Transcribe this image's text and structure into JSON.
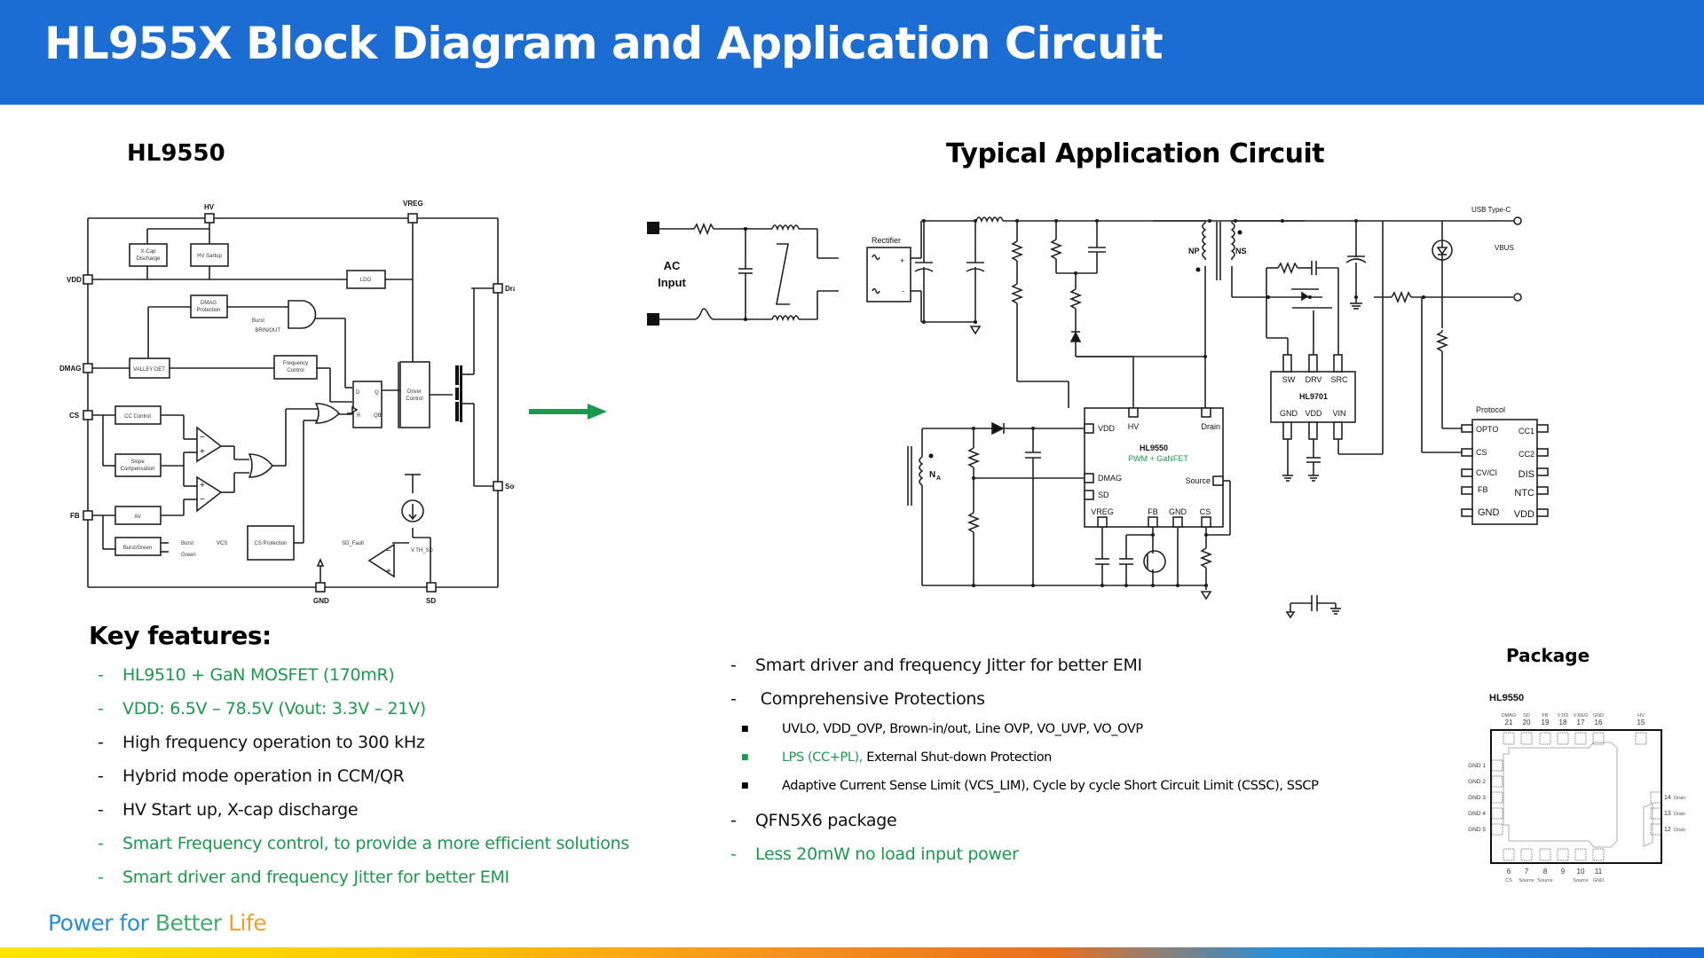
{
  "header": {
    "title": "HL955X Block Diagram and Application Circuit",
    "background_color": "#1b6dd3"
  },
  "block_diagram": {
    "title": "HL9550",
    "pins": {
      "hv": "HV",
      "vreg": "VREG",
      "vdd": "VDD",
      "dmag": "DMAG",
      "cs": "CS",
      "fb": "FB",
      "drain": "Drain",
      "source": "Source",
      "gnd": "GND",
      "sd": "SD"
    },
    "blocks": {
      "xcap_1": "X-Cap",
      "xcap_2": "Discharge",
      "hv_startup": "HV Sartup",
      "ldo": "LDO",
      "dmag_prot_1": "DMAG",
      "dmag_prot_2": "Protection",
      "valley_det": "VALLEY DET",
      "freq_ctrl_1": "Frequency",
      "freq_ctrl_2": "Control",
      "driver_1": "Driver",
      "driver_2": "Control",
      "cc_control": "CC Control",
      "slope_1": "Slope",
      "slope_2": "Compensation",
      "av": "AV",
      "burst_green": "Burst/Green",
      "cs_protection": "CS Protection"
    },
    "signals": {
      "burst_in": "Burst",
      "brin_out": "BRIN/OUT",
      "burst_out": "Burst",
      "green_out": "Green",
      "vcs": "VCS",
      "sd_fault": "SD_Fault",
      "vth_sd": "V TH_SD",
      "ff_d": "D",
      "ff_q": "Q",
      "ff_r": "R",
      "ff_qb": "QB",
      "minus": "−",
      "plus": "+"
    }
  },
  "arrow": {
    "color": "#1a9a4e",
    "icon": "arrow-right"
  },
  "application_circuit": {
    "title": "Typical Application Circuit",
    "labels": {
      "ac_input_1": "AC",
      "ac_input_2": "Input",
      "rectifier": "Rectifier",
      "rect_plus": "+",
      "rect_minus": "-",
      "np": "NP",
      "ns": "NS",
      "na": "N",
      "na_sub": "A",
      "usb_typec": "USB Type-C",
      "vbus": "VBUS"
    },
    "hl9550_ic": {
      "name": "HL9550",
      "subtitle": "PWM + GaNFET",
      "pins": {
        "vdd": "VDD",
        "hv": "HV",
        "drain": "Drain",
        "dmag": "DMAG",
        "sd": "SD",
        "source": "Source",
        "vreg": "VREG",
        "fb": "FB",
        "gnd": "GND",
        "cs": "CS"
      }
    },
    "hl9701_ic": {
      "name": "HL9701",
      "pins": {
        "sw": "SW",
        "drv": "DRV",
        "src": "SRC",
        "gnd": "GND",
        "vdd": "VDD",
        "vin": "VIN"
      }
    },
    "protocol_ic": {
      "name": "Protocol",
      "left_pins": [
        "OPTO",
        "CS",
        "CV/CI",
        "FB",
        "GND"
      ],
      "right_pins": [
        "CC1",
        "CC2",
        "DIS",
        "NTC",
        "VDD"
      ]
    }
  },
  "key_features": {
    "heading": "Key features:",
    "items": [
      {
        "text": "HL9510 + GaN MOSFET (170mR)",
        "color": "green"
      },
      {
        "text": "VDD: 6.5V – 78.5V (Vout: 3.3V – 21V)",
        "color": "green"
      },
      {
        "text": "High frequency operation to 300 kHz",
        "color": "black"
      },
      {
        "text": "Hybrid mode operation in CCM/QR",
        "color": "black"
      },
      {
        "text": "HV Start up, X-cap discharge",
        "color": "black"
      },
      {
        "text": "Smart Frequency control, to provide a more efficient solutions",
        "color": "green"
      },
      {
        "text": "Smart driver and frequency Jitter for better EMI",
        "color": "green"
      }
    ]
  },
  "middle_features": {
    "items": [
      {
        "text": "Smart driver and frequency Jitter for better EMI",
        "color": "black"
      },
      {
        "text": " Comprehensive Protections",
        "color": "black"
      }
    ],
    "protections": [
      {
        "green_part": "",
        "text": "UVLO, VDD_OVP, Brown-in/out, Line OVP, VO_UVP, VO_OVP"
      },
      {
        "green_part": "LPS (CC+PL), ",
        "text": "External Shut-down Protection"
      },
      {
        "green_part": "",
        "text": "Adaptive Current Sense Limit (VCS_LIM), Cycle by cycle Short Circuit  Limit (CSSC), SSCP"
      }
    ],
    "items_after": [
      {
        "text": "QFN5X6 package",
        "color": "black"
      },
      {
        "text": "Less 20mW no load input power",
        "color": "green"
      }
    ]
  },
  "package": {
    "title": "Package",
    "part": "HL9550",
    "top_pins": [
      {
        "num": "21",
        "name": "DMAG"
      },
      {
        "num": "20",
        "name": "SD"
      },
      {
        "num": "19",
        "name": "FB"
      },
      {
        "num": "18",
        "name": "V DD"
      },
      {
        "num": "17",
        "name": "V REG"
      },
      {
        "num": "16",
        "name": "GND"
      },
      {
        "num": "15",
        "name": "HV"
      }
    ],
    "left_pins": [
      {
        "num": "1",
        "name": "GND"
      },
      {
        "num": "2",
        "name": "GND"
      },
      {
        "num": "3",
        "name": "GND"
      },
      {
        "num": "4",
        "name": "GND"
      },
      {
        "num": "5",
        "name": "GND"
      }
    ],
    "right_pins": [
      {
        "num": "14",
        "name": "Drain"
      },
      {
        "num": "13",
        "name": "Drain"
      },
      {
        "num": "12",
        "name": "Drain"
      }
    ],
    "bottom_pins": [
      {
        "num": "6",
        "name": "CS"
      },
      {
        "num": "7",
        "name": "Source"
      },
      {
        "num": "8",
        "name": "Source"
      },
      {
        "num": "9",
        "name": ""
      },
      {
        "num": "10",
        "name": "Source"
      },
      {
        "num": "11",
        "name": "GND"
      }
    ]
  },
  "footer": {
    "tagline_parts": [
      "Power for ",
      "Better ",
      "Life"
    ],
    "tagline_colors": [
      "#2a8fd8",
      "#3fae6a",
      "#f0a030"
    ]
  }
}
